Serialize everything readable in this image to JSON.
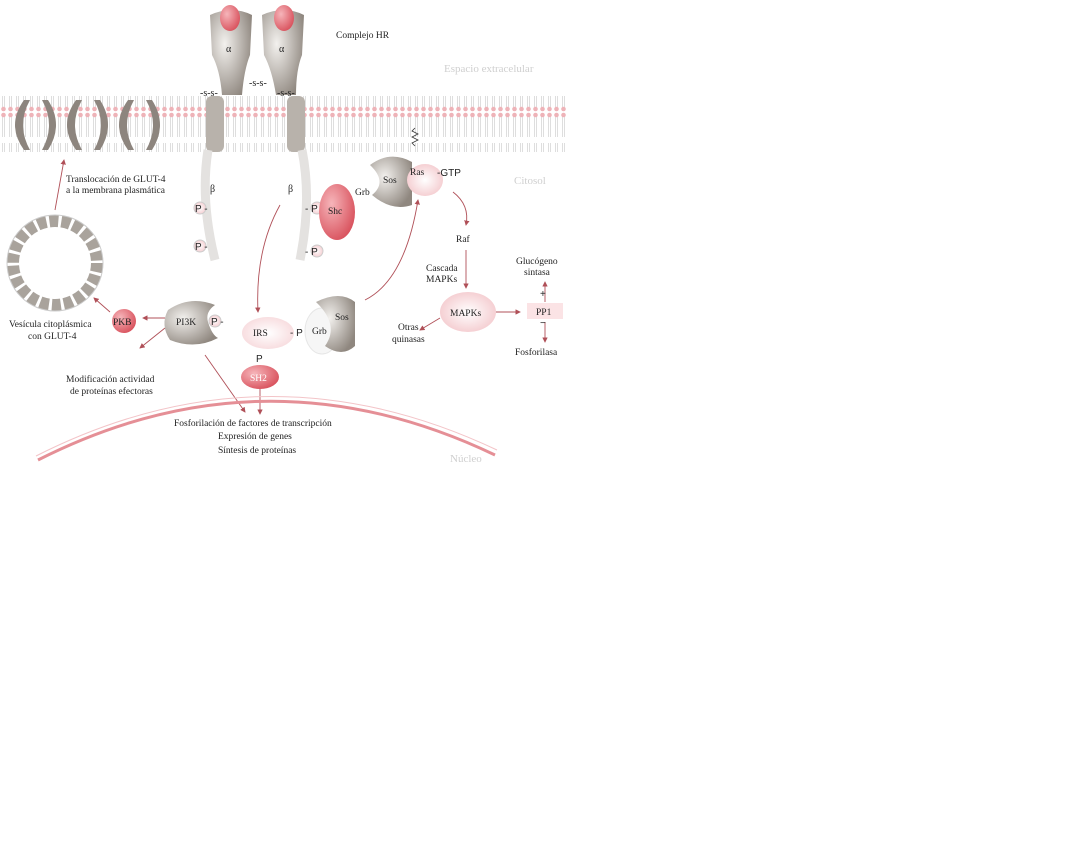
{
  "labels": {
    "complex": "Complejo HR",
    "extracellular": "Espacio extracelular",
    "cytosol": "Citosol",
    "nucleus": "Núcleo",
    "alpha": "α",
    "beta": "β",
    "ss": "-s-s-",
    "translocation_1": "Translocación de GLUT-4",
    "translocation_2": "a la membrana plasmática",
    "vesicle_1": "Vesícula citoplásmica",
    "vesicle_2": "con GLUT-4",
    "p": "P",
    "p_right": "P -",
    "p_left": "- P",
    "shc": "Shc",
    "grb": "Grb",
    "sos": "Sos",
    "ras": "Ras",
    "gtp": "-GTP",
    "raf": "Raf",
    "cascade_1": "Cascada",
    "cascade_2": "MAPKs",
    "mapks": "MAPKs",
    "pp1": "PP1",
    "glycogen_1": "Glucógeno",
    "glycogen_2": "sintasa",
    "plus": "+",
    "minus": "−",
    "phosphorylase": "Fosforilasa",
    "other_1": "Otras",
    "other_2": "quinasas",
    "pkb": "PKB",
    "pi3k": "PI3K",
    "irs": "IRS",
    "sh2": "SH2",
    "modification_1": "Modificación actividad",
    "modification_2": "de proteínas efectoras",
    "nuclear_1": "Fosforilación de factores de transcripción",
    "nuclear_2": "Expresión de genes",
    "nuclear_3": "Síntesis de proteínas"
  },
  "colors": {
    "pink": "#e8717a",
    "lightpink": "#f6d5d7",
    "gray": "#a9a39c",
    "arrow": "#b05058"
  }
}
